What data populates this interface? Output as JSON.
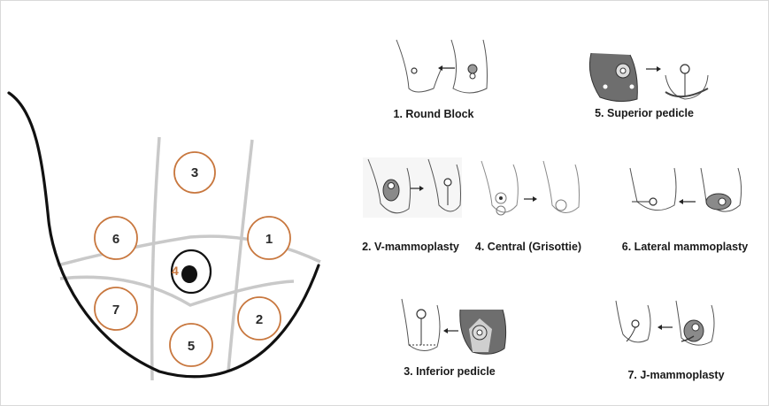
{
  "zones": [
    {
      "id": "zone-1",
      "label": "1"
    },
    {
      "id": "zone-2",
      "label": "2"
    },
    {
      "id": "zone-3",
      "label": "3"
    },
    {
      "id": "zone-4",
      "label": "4"
    },
    {
      "id": "zone-5",
      "label": "5"
    },
    {
      "id": "zone-6",
      "label": "6"
    },
    {
      "id": "zone-7",
      "label": "7"
    }
  ],
  "techniques": [
    {
      "label": "1. Round Block"
    },
    {
      "label": "2. V-mammoplasty"
    },
    {
      "label": "3. Inferior pedicle"
    },
    {
      "label": "4. Central (Grisottie)"
    },
    {
      "label": "5. Superior pedicle"
    },
    {
      "label": "6. Lateral mammoplasty"
    },
    {
      "label": "7. J-mammoplasty"
    }
  ],
  "colors": {
    "zone_circle": "#c8773e",
    "nipple_label": "#c8773e",
    "outline": "#111111",
    "bands": "#c9c9c9"
  }
}
